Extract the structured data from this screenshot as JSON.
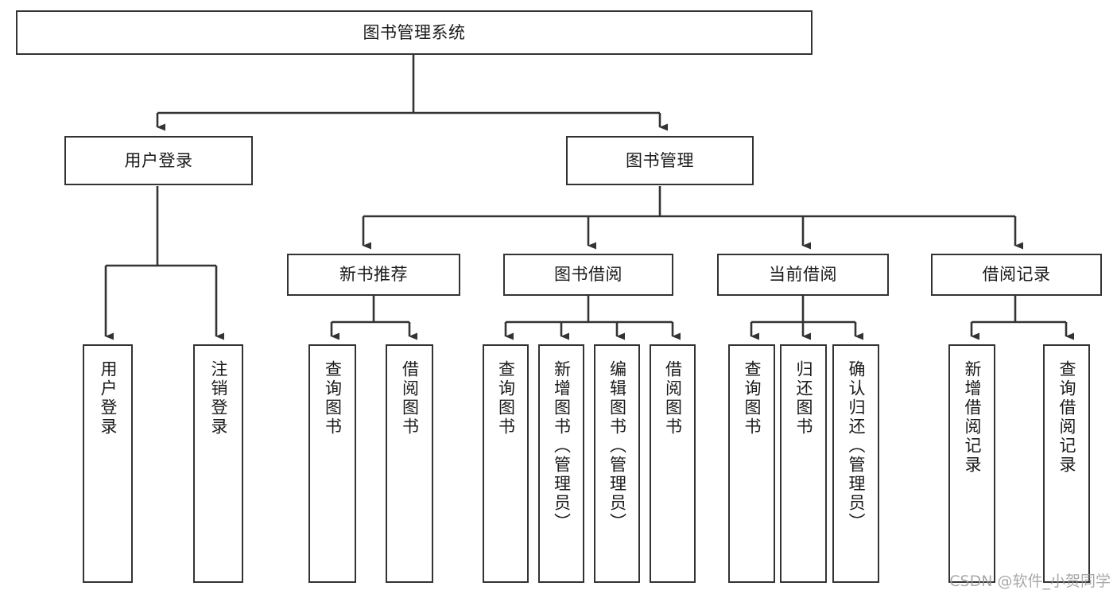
{
  "diagram": {
    "type": "tree-hierarchy-chart",
    "root": {
      "label": "图书管理系统"
    },
    "level2": [
      {
        "label": "用户登录"
      },
      {
        "label": "图书管理"
      }
    ],
    "level3": [
      {
        "label": "新书推荐"
      },
      {
        "label": "图书借阅"
      },
      {
        "label": "当前借阅"
      },
      {
        "label": "借阅记录"
      }
    ],
    "leaves": {
      "user_login": [
        {
          "label": "用户登录"
        },
        {
          "label": "注销登录"
        }
      ],
      "new_book_recommend": [
        {
          "label": "查询图书"
        },
        {
          "label": "借阅图书"
        }
      ],
      "book_borrow": [
        {
          "label": "查询图书"
        },
        {
          "label": "新增图书（管理员）"
        },
        {
          "label": "编辑图书（管理员）"
        },
        {
          "label": "借阅图书"
        }
      ],
      "current_borrow": [
        {
          "label": "查询图书"
        },
        {
          "label": "归还图书"
        },
        {
          "label": "确认归还（管理员）"
        }
      ],
      "borrow_record": [
        {
          "label": "新增借阅记录"
        },
        {
          "label": "查询借阅记录"
        }
      ]
    }
  },
  "watermark": {
    "text": "CSDN @软件_小贺同学"
  },
  "colors": {
    "box_border": "#333333",
    "box_fill": "#ffffff",
    "text": "#1a1a1a",
    "connector": "#333333",
    "watermark": "#9a9a9a"
  }
}
